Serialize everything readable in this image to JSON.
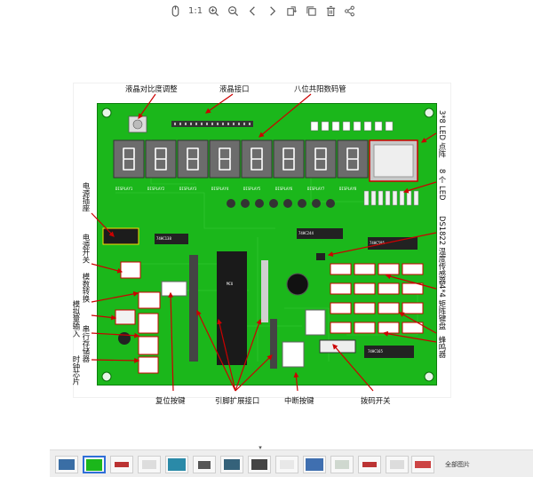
{
  "toolbar": {
    "items": [
      {
        "name": "mouse-icon"
      },
      {
        "name": "actual-size-button",
        "label": "1:1"
      },
      {
        "name": "zoom-in-icon"
      },
      {
        "name": "zoom-out-icon"
      },
      {
        "name": "previous-icon"
      },
      {
        "name": "next-icon"
      },
      {
        "name": "rotate-icon"
      },
      {
        "name": "copy-icon"
      },
      {
        "name": "delete-icon"
      },
      {
        "name": "share-icon"
      }
    ]
  },
  "annotations": {
    "lcd_contrast": "液晶对比度调整",
    "lcd_interface": "液晶接口",
    "eight_digit_display": "八位共阳数码管",
    "dot_matrix": "3*8 LED 点阵",
    "eight_leds": "8 个 LED",
    "temp_sensor": "DS1822 温度传感器",
    "keypad": "4*4 矩阵键盘",
    "buzzer": "蜂鸣器",
    "power_socket": "电源插座",
    "power_switch": "电源开关",
    "ad_converter": "模数转换",
    "analog_input": "模拟量输入",
    "serial_memory": "串行存储器",
    "clock_chip": "时钟芯片",
    "reset_key": "复位按键",
    "pin_expansion": "引脚扩展接口",
    "interrupt_key": "中断按键",
    "dip_switch": "拨码开关"
  },
  "silkscreen": {
    "displays": [
      "DISPLAY1",
      "DISPLAY2",
      "DISPLAY3",
      "DISPLAY4",
      "DISPLAY5",
      "DISPLAY6",
      "DISPLAY7",
      "DISPLAY8"
    ],
    "chip1": "74HC138",
    "chip2": "74HC244",
    "chip3": "74HC595",
    "mcu": "MCU",
    "chip_bottom": "74HC165"
  },
  "thumbnails": {
    "count": 14,
    "active_index": 1,
    "all_label": "全部图片"
  },
  "colors": {
    "board": "#1bb71b",
    "arrow": "#cc0000",
    "active_thumb": "#2f6fd8"
  }
}
